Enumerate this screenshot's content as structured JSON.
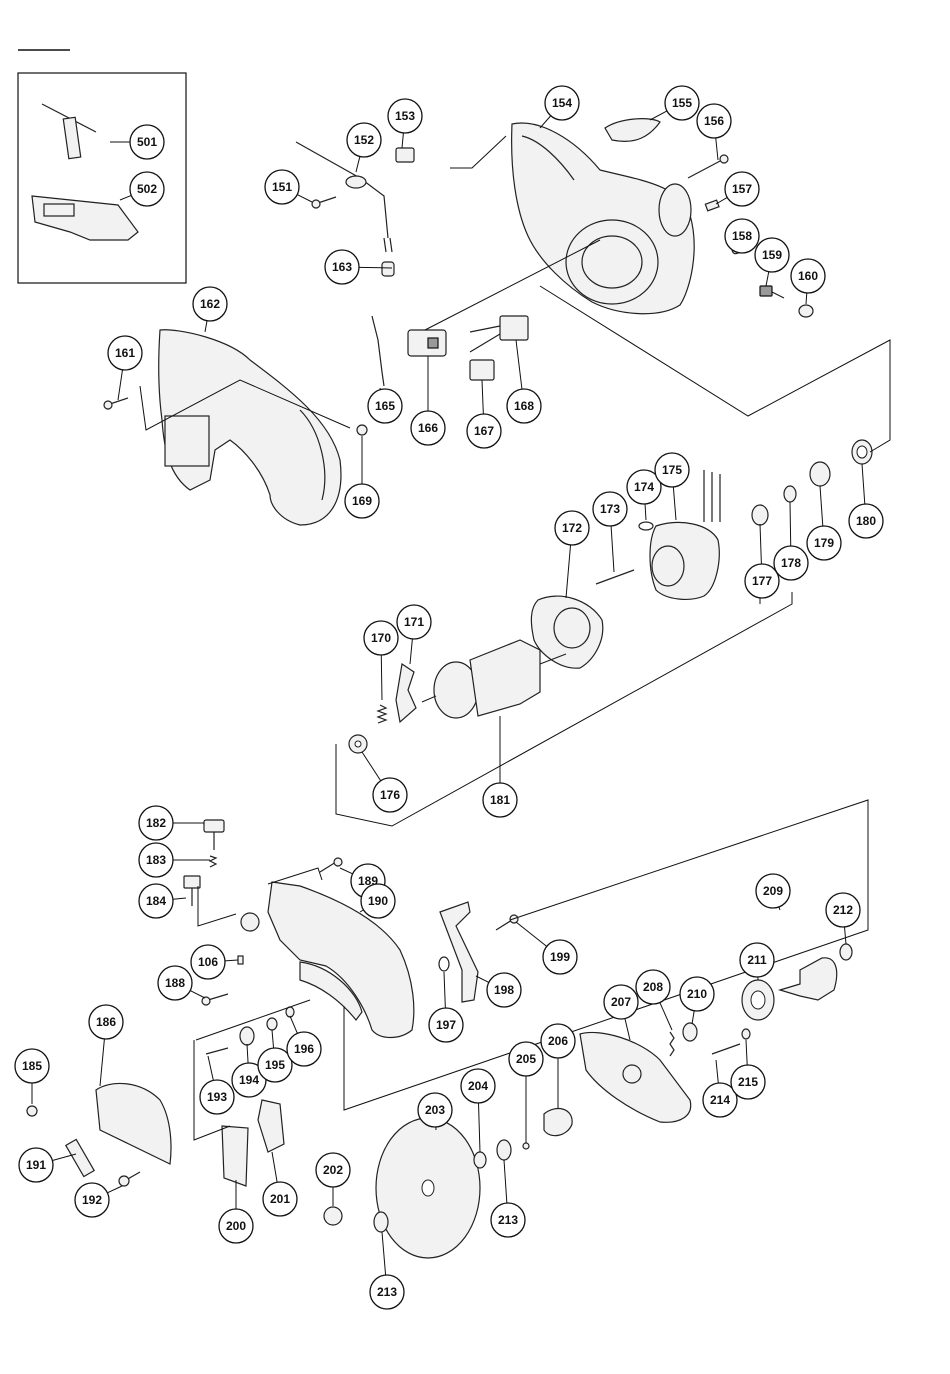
{
  "diagram": {
    "callouts": [
      "501",
      "502",
      "151",
      "152",
      "153",
      "154",
      "155",
      "156",
      "157",
      "158",
      "159",
      "160",
      "161",
      "162",
      "163",
      "165",
      "166",
      "167",
      "168",
      "169",
      "170",
      "171",
      "172",
      "173",
      "174",
      "175",
      "176",
      "177",
      "178",
      "179",
      "180",
      "181",
      "182",
      "183",
      "184",
      "106",
      "185",
      "186",
      "188",
      "189",
      "190",
      "191",
      "192",
      "193",
      "194",
      "195",
      "196",
      "197",
      "198",
      "199",
      "200",
      "201",
      "202",
      "203",
      "204",
      "205",
      "206",
      "207",
      "208",
      "209",
      "210",
      "211",
      "212",
      "213",
      "213",
      "214",
      "215"
    ]
  }
}
